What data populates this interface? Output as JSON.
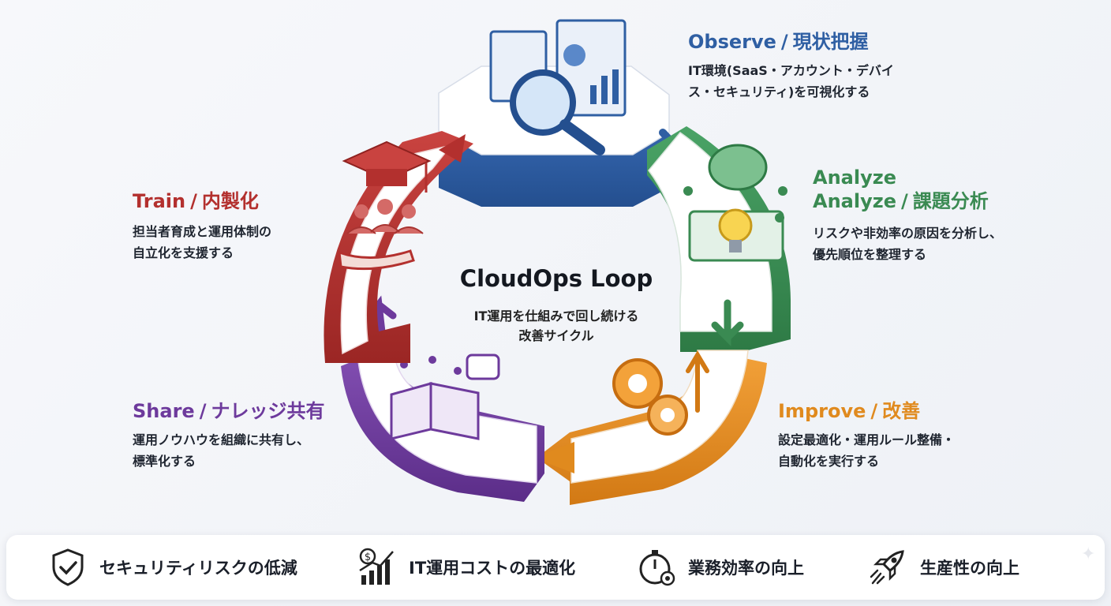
{
  "center": {
    "title": "CloudOps Loop",
    "subtitle_line1": "IT運用を仕組みで回し続ける",
    "subtitle_line2": "改善サイクル"
  },
  "stages": {
    "observe": {
      "title_en": "Observe",
      "title_jp": "現状把握",
      "desc_line1": "IT環境(SaaS・アカウント・デバイ",
      "desc_line2": "ス・セキュリティ)を可視化する",
      "color": "#2f5fa3"
    },
    "analyze": {
      "title_top": "Analyze",
      "title_en": "Analyze",
      "title_jp": "課題分析",
      "desc_line1": "リスクや非効率の原因を分析し、",
      "desc_line2": "優先順位を整理する",
      "color": "#3a8a52"
    },
    "improve": {
      "title_en": "Improve",
      "title_jp": "改善",
      "desc_line1": "設定最適化・運用ルール整備・",
      "desc_line2": "自動化を実行する",
      "color": "#e08a1e"
    },
    "share": {
      "title_en": "Share",
      "title_jp": "ナレッジ共有",
      "desc_line1": "運用ノウハウを組織に共有し、",
      "desc_line2": "標準化する",
      "color": "#6d3a9c"
    },
    "train": {
      "title_en": "Train",
      "title_jp": "内製化",
      "desc_line1": "担当者育成と運用体制の",
      "desc_line2": "自立化を支援する",
      "color": "#b3302e"
    }
  },
  "benefits": [
    {
      "label": "セキュリティリスクの低減",
      "icon": "shield-check-icon"
    },
    {
      "label": "IT運用コストの最適化",
      "icon": "cost-chart-icon"
    },
    {
      "label": "業務効率の向上",
      "icon": "stopwatch-icon"
    },
    {
      "label": "生産性の向上",
      "icon": "rocket-icon"
    }
  ],
  "slash": "/"
}
